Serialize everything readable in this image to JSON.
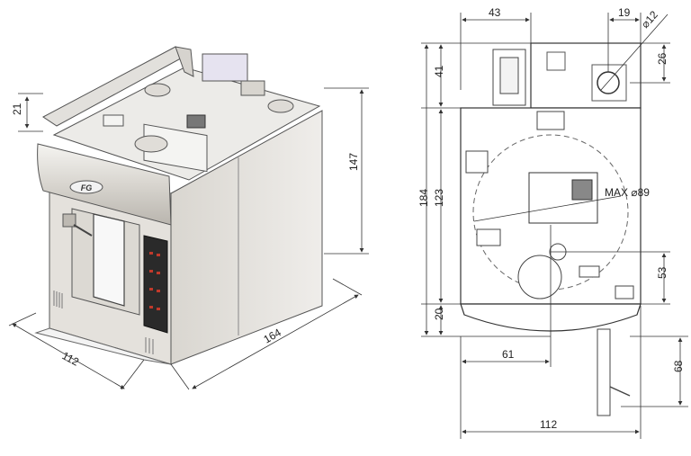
{
  "isometric_view": {
    "dimensions": {
      "top_offset": "21",
      "height": "147",
      "width": "112",
      "depth": "164"
    },
    "logo_text": "FG"
  },
  "plan_view": {
    "dimensions": {
      "top_width": "43",
      "vent_offset": "19",
      "vent_diameter": "⌀12",
      "vent_height": "26",
      "hood_depth": "41",
      "total_depth": "184",
      "body_depth": "123",
      "rotation_diameter": "MAX ⌀89",
      "door_depth": "20",
      "front_offset": "53",
      "center_offset": "61",
      "handle_length": "68",
      "total_width": "112"
    }
  },
  "colors": {
    "body": "#e6e3de",
    "body_shade": "#cfccc6",
    "panel": "#2a2a2a",
    "line": "#333333"
  }
}
